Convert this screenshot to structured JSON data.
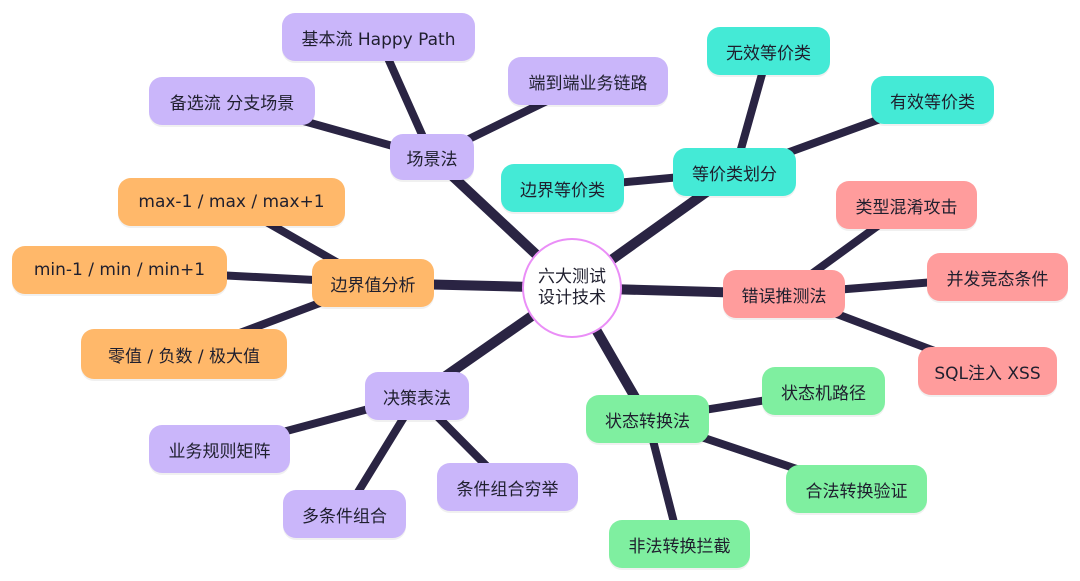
{
  "center": {
    "line1": "六大测试",
    "line2": "设计技术"
  },
  "colors": {
    "edge": "#2a2443",
    "scenario": "#cab6fa",
    "equivalence": "#44ead6",
    "error_guessing": "#ff9c9c",
    "state": "#7fefa0",
    "decision": "#cab6fa",
    "boundary": "#ffb86a",
    "center_border": "#ea8ef7"
  },
  "branches": {
    "scenario": {
      "label": "场景法",
      "children": [
        "基本流 Happy Path",
        "备选流 分支场景",
        "端到端业务链路"
      ]
    },
    "equivalence": {
      "label": "等价类划分",
      "children": [
        "无效等价类",
        "有效等价类",
        "边界等价类"
      ]
    },
    "error_guessing": {
      "label": "错误推测法",
      "children": [
        "类型混淆攻击",
        "并发竞态条件",
        "SQL注入 XSS"
      ]
    },
    "state": {
      "label": "状态转换法",
      "children": [
        "状态机路径",
        "合法转换验证",
        "非法转换拦截"
      ]
    },
    "decision": {
      "label": "决策表法",
      "children": [
        "业务规则矩阵",
        "多条件组合",
        "条件组合穷举"
      ]
    },
    "boundary": {
      "label": "边界值分析",
      "children": [
        "max-1 / max / max+1",
        "min-1 / min / min+1",
        "零值 / 负数 / 极大值"
      ]
    }
  }
}
